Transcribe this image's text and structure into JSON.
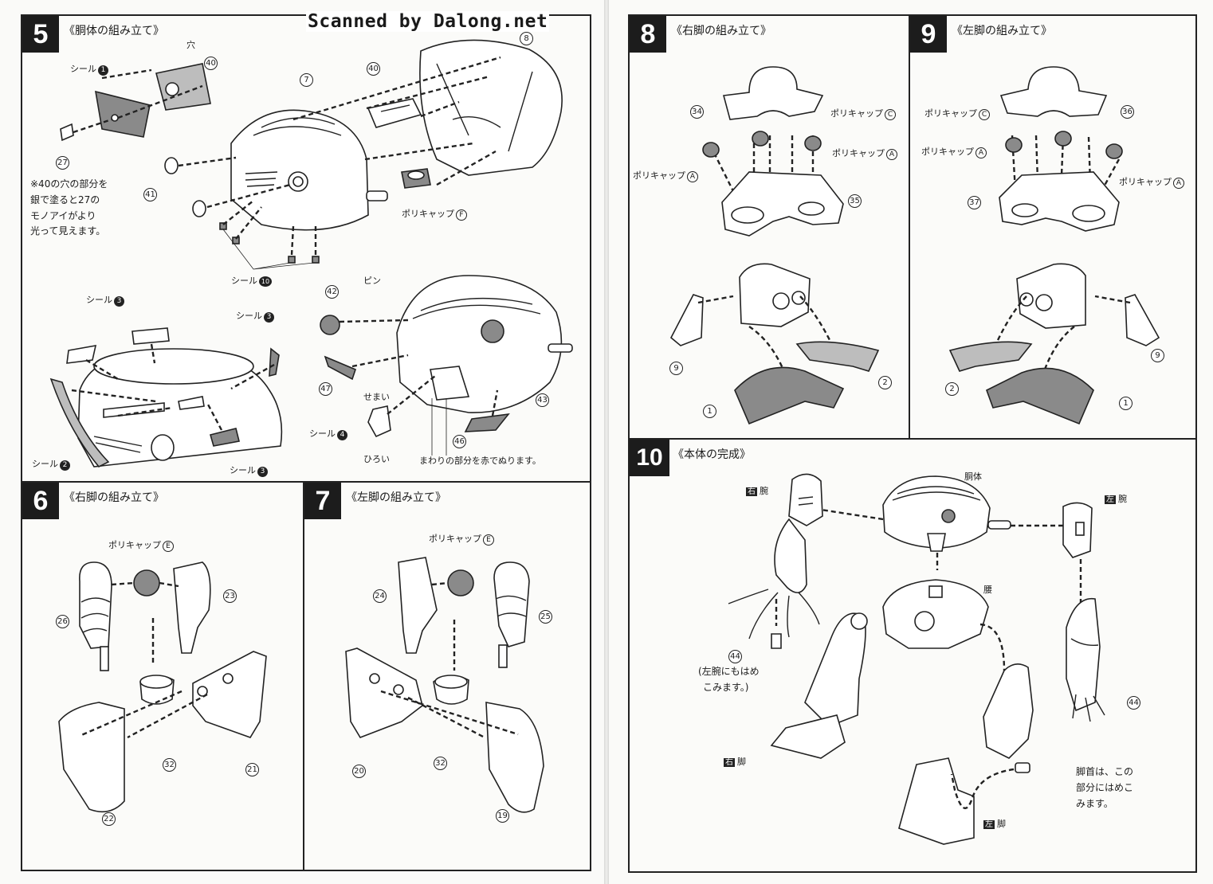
{
  "watermark": "Scanned by Dalong.net",
  "steps": [
    {
      "number": "5",
      "title": "《胴体の組み立て》"
    },
    {
      "number": "6",
      "title": "《右脚の組み立て》"
    },
    {
      "number": "7",
      "title": "《左脚の組み立て》"
    },
    {
      "number": "8",
      "title": "《右脚の組み立て》"
    },
    {
      "number": "9",
      "title": "《左脚の組み立て》"
    },
    {
      "number": "10",
      "title": "《本体の完成》"
    }
  ],
  "step5": {
    "labels": {
      "seal1": "シール",
      "seal1_num": "1",
      "hole": "穴",
      "seal3": "シール",
      "seal3_num": "3",
      "seal2": "シール",
      "seal2_num": "2",
      "seal4": "シール",
      "seal4_num": "4",
      "seal10": "シール",
      "seal10_num": "10",
      "pin": "ピン",
      "narrow": "せまい",
      "wide": "ひろい",
      "paint_red": "まわりの部分を赤でぬります。",
      "polycap_f": "ポリキャップ",
      "polycap_f_letter": "F"
    },
    "note": [
      "※40の穴の部分を",
      "銀で塗ると27の",
      "モノアイがより",
      "光って見えます。"
    ],
    "parts": [
      "40",
      "27",
      "7",
      "8",
      "40",
      "41",
      "42",
      "47",
      "43",
      "46"
    ]
  },
  "step6": {
    "polycap": "ポリキャップ",
    "polycap_letter": "E",
    "parts": [
      "26",
      "23",
      "32",
      "21",
      "22"
    ]
  },
  "step7": {
    "polycap": "ポリキャップ",
    "polycap_letter": "E",
    "parts": [
      "24",
      "25",
      "32",
      "20",
      "19"
    ]
  },
  "step8": {
    "polycap_c": "ポリキャップ",
    "polycap_c_letter": "C",
    "polycap_a1": "ポリキャップ",
    "polycap_a1_letter": "A",
    "polycap_a2": "ポリキャップ",
    "polycap_a2_letter": "A",
    "parts": [
      "34",
      "35",
      "9",
      "1",
      "2"
    ]
  },
  "step9": {
    "polycap_c": "ポリキャップ",
    "polycap_c_letter": "C",
    "polycap_a1": "ポリキャップ",
    "polycap_a1_letter": "A",
    "polycap_a2": "ポリキャップ",
    "polycap_a2_letter": "A",
    "parts": [
      "36",
      "37",
      "2",
      "9",
      "1"
    ]
  },
  "step10": {
    "torso": "胴体",
    "waist": "腰",
    "right_arm_tag": "右",
    "right_arm": "腕",
    "left_arm_tag": "左",
    "left_arm": "腕",
    "right_leg_tag": "右",
    "right_leg": "脚",
    "left_leg_tag": "左",
    "left_leg": "脚",
    "part44a": "44",
    "part44b": "44",
    "note_left_arm": [
      "(左腕にもはめ",
      "こみます。)"
    ],
    "note_ankle": [
      "脚首は、この",
      "部分にはめこ",
      "みます。"
    ]
  }
}
